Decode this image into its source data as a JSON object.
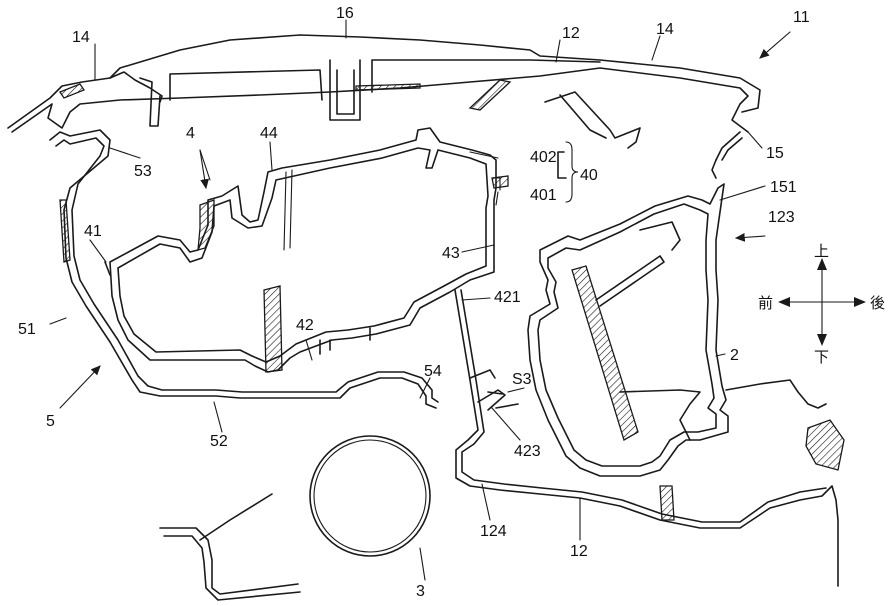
{
  "labels": {
    "l11": "11",
    "l12a": "12",
    "l12b": "12",
    "l14a": "14",
    "l14b": "14",
    "l15": "15",
    "l16": "16",
    "l4": "4",
    "l44": "44",
    "l53": "53",
    "l41": "41",
    "l402": "402",
    "l401": "401",
    "l40": "40",
    "l43": "43",
    "l151": "151",
    "l123": "123",
    "l421": "421",
    "l42": "42",
    "l51": "51",
    "l54": "54",
    "l5": "5",
    "l52": "52",
    "lS3": "S3",
    "l423": "423",
    "l2": "2",
    "l124": "124",
    "l3": "3"
  },
  "directions": {
    "up": "上",
    "down": "下",
    "front": "前",
    "rear": "後"
  },
  "colors": {
    "line": "#1a1a1a",
    "background": "#ffffff"
  }
}
